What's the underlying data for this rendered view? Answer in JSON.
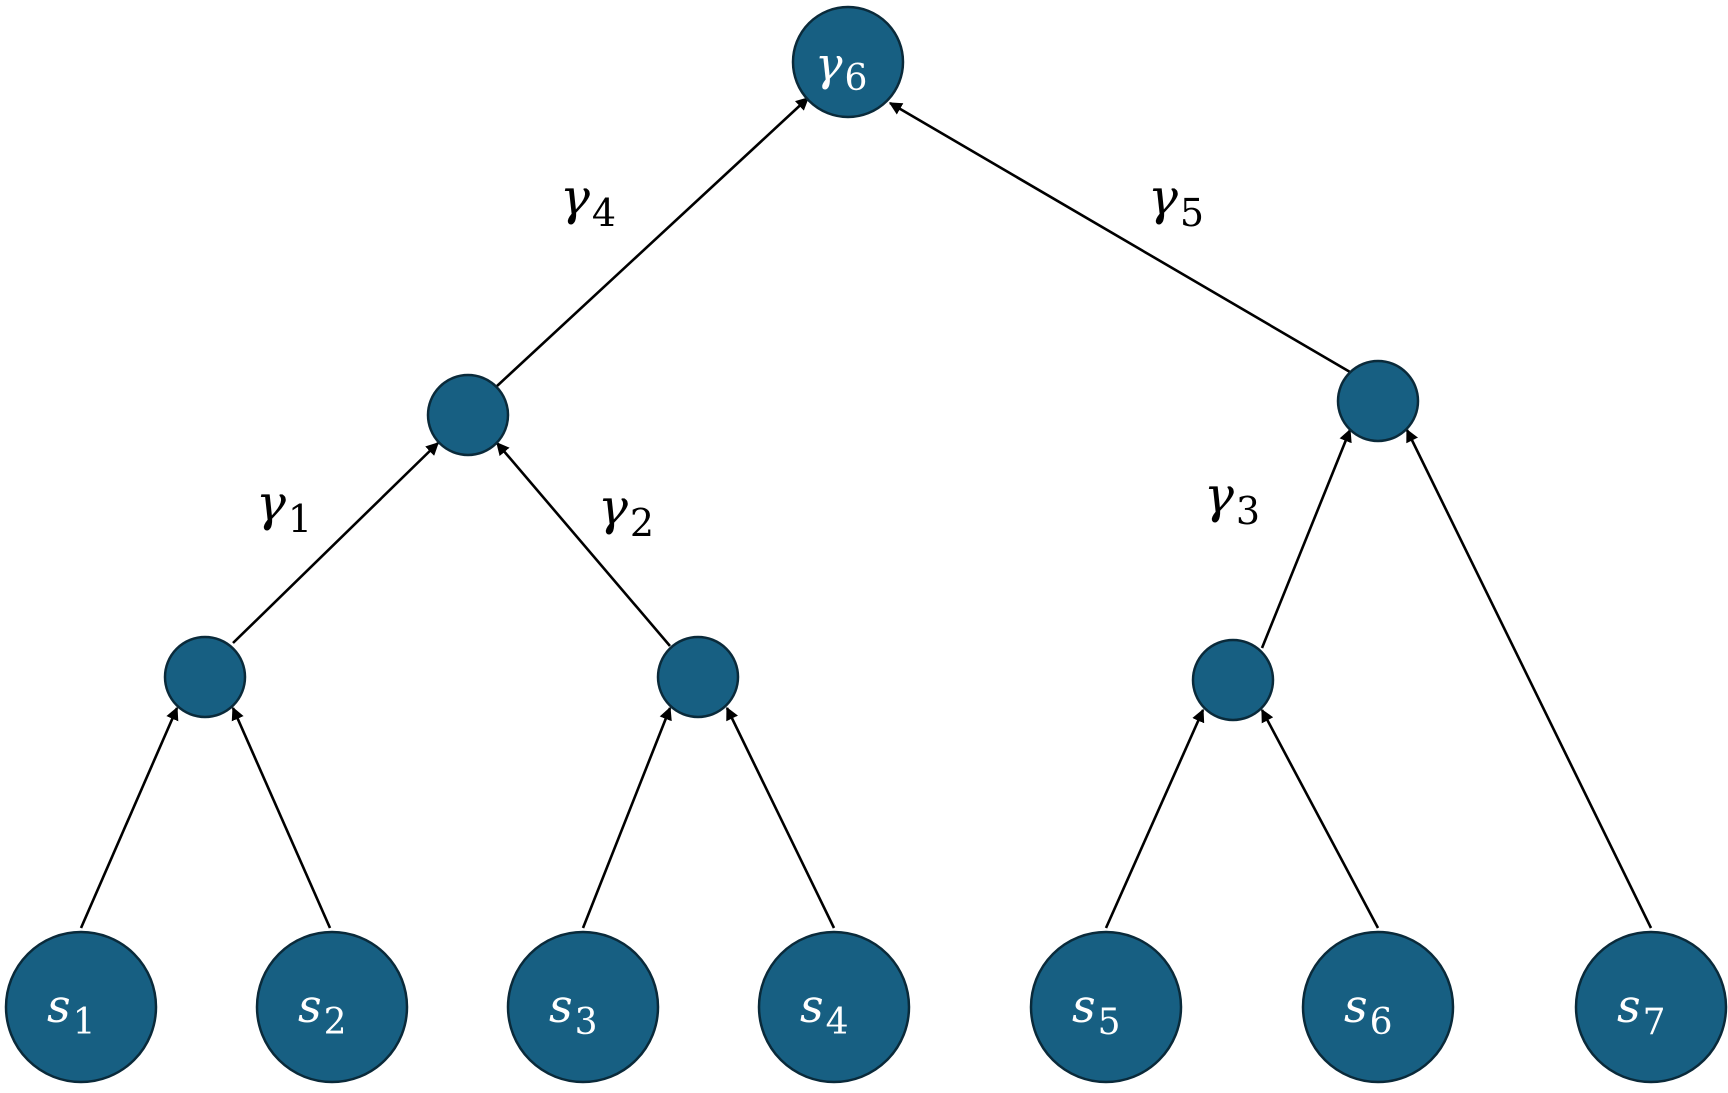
{
  "diagram": {
    "root_label": {
      "base": "γ",
      "sub": "6"
    },
    "edge_labels": [
      {
        "id": "gamma-1",
        "base": "γ",
        "sub": "1"
      },
      {
        "id": "gamma-2",
        "base": "γ",
        "sub": "2"
      },
      {
        "id": "gamma-3",
        "base": "γ",
        "sub": "3"
      },
      {
        "id": "gamma-4",
        "base": "γ",
        "sub": "4"
      },
      {
        "id": "gamma-5",
        "base": "γ",
        "sub": "5"
      }
    ],
    "leaves": [
      {
        "id": "s1",
        "base": "s",
        "sub": "1"
      },
      {
        "id": "s2",
        "base": "s",
        "sub": "2"
      },
      {
        "id": "s3",
        "base": "s",
        "sub": "3"
      },
      {
        "id": "s4",
        "base": "s",
        "sub": "4"
      },
      {
        "id": "s5",
        "base": "s",
        "sub": "5"
      },
      {
        "id": "s6",
        "base": "s",
        "sub": "6"
      },
      {
        "id": "s7",
        "base": "s",
        "sub": "7"
      }
    ],
    "colors": {
      "node_fill": "#175f82",
      "node_stroke": "#0a2a3a",
      "edge": "#000000",
      "node_text": "#ffffff"
    }
  }
}
